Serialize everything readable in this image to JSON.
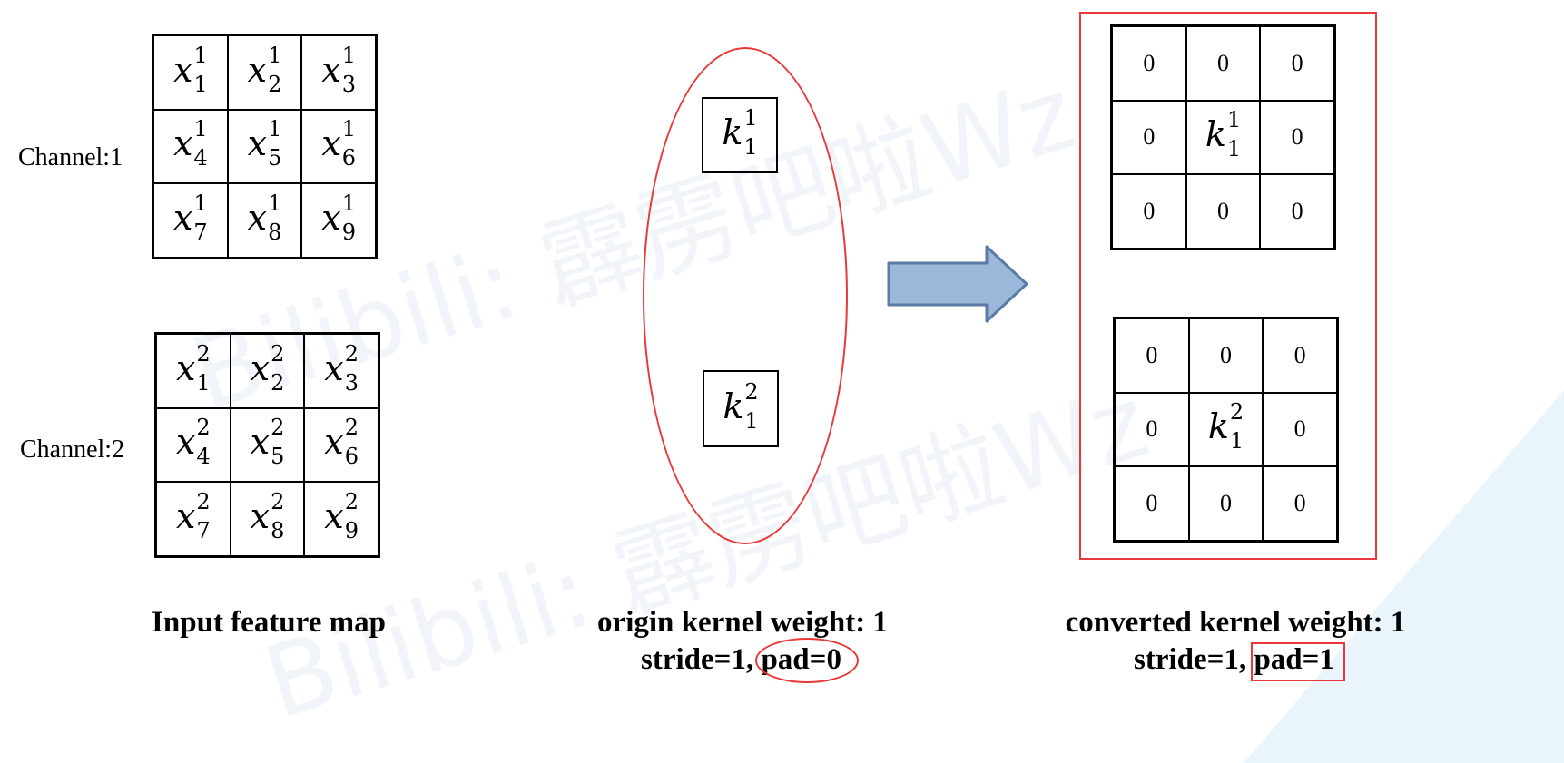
{
  "colors": {
    "highlight_red": "#e8393a",
    "arrow_fill": "#9bb7da",
    "arrow_stroke": "#5b7aa6"
  },
  "watermark": {
    "text": "Bilibili: 霹雳吧啦Wz"
  },
  "left_panel": {
    "channel1_label": "Channel:1",
    "channel2_label": "Channel:2",
    "channel1": [
      {
        "base": "x",
        "sup": "1",
        "sub": "1"
      },
      {
        "base": "x",
        "sup": "1",
        "sub": "2"
      },
      {
        "base": "x",
        "sup": "1",
        "sub": "3"
      },
      {
        "base": "x",
        "sup": "1",
        "sub": "4"
      },
      {
        "base": "x",
        "sup": "1",
        "sub": "5"
      },
      {
        "base": "x",
        "sup": "1",
        "sub": "6"
      },
      {
        "base": "x",
        "sup": "1",
        "sub": "7"
      },
      {
        "base": "x",
        "sup": "1",
        "sub": "8"
      },
      {
        "base": "x",
        "sup": "1",
        "sub": "9"
      }
    ],
    "channel2": [
      {
        "base": "x",
        "sup": "2",
        "sub": "1"
      },
      {
        "base": "x",
        "sup": "2",
        "sub": "2"
      },
      {
        "base": "x",
        "sup": "2",
        "sub": "3"
      },
      {
        "base": "x",
        "sup": "2",
        "sub": "4"
      },
      {
        "base": "x",
        "sup": "2",
        "sub": "5"
      },
      {
        "base": "x",
        "sup": "2",
        "sub": "6"
      },
      {
        "base": "x",
        "sup": "2",
        "sub": "7"
      },
      {
        "base": "x",
        "sup": "2",
        "sub": "8"
      },
      {
        "base": "x",
        "sup": "2",
        "sub": "9"
      }
    ],
    "caption": "Input feature map"
  },
  "middle_panel": {
    "kernel1": {
      "base": "k",
      "sup": "1",
      "sub": "1"
    },
    "kernel2": {
      "base": "k",
      "sup": "2",
      "sub": "1"
    },
    "caption_line1": "origin kernel weight: 1",
    "caption_stride": "stride=1,",
    "caption_pad": "pad=0"
  },
  "right_panel": {
    "grid1": [
      "0",
      "0",
      "0",
      "0",
      {
        "base": "k",
        "sup": "1",
        "sub": "1"
      },
      "0",
      "0",
      "0",
      "0"
    ],
    "grid2": [
      "0",
      "0",
      "0",
      "0",
      {
        "base": "k",
        "sup": "2",
        "sub": "1"
      },
      "0",
      "0",
      "0",
      "0"
    ],
    "caption_line1": "converted kernel weight: 1",
    "caption_stride": "stride=1,",
    "caption_pad": "pad=1"
  }
}
